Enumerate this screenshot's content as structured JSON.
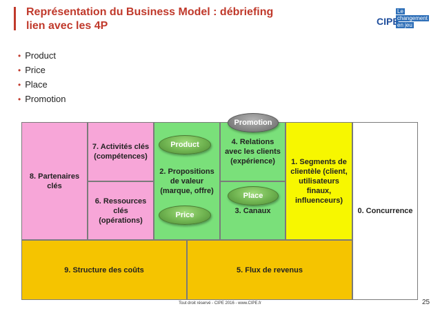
{
  "title": {
    "line1": "Représentation du Business Model : débriefing",
    "line2": "lien avec les 4P"
  },
  "logo": {
    "cipe": "CIPE",
    "lines": [
      "Le",
      "changement",
      "en jeu"
    ]
  },
  "bullets": [
    "Product",
    "Price",
    "Place",
    "Promotion"
  ],
  "canvas": {
    "partenaires": "8. Partenaires clés",
    "activites": "7. Activités clés (compétences)",
    "ressources": "6. Ressources clés (opérations)",
    "propositions": "2. Propositions de valeur (marque, offre)",
    "relations": "4. Relations avec les clients (expérience)",
    "canaux": "3. Canaux",
    "segments": "1. Segments de clientèle (client, utilisateurs finaux, influenceurs)",
    "concurrence": "0. Concurrence",
    "couts": "9. Structure des coûts",
    "revenus": "5. Flux de revenus"
  },
  "pills": {
    "product": "Product",
    "price": "Price",
    "promotion": "Promotion",
    "place": "Place"
  },
  "footer": "Tout droit réservé - CIPE 2016 - www.CIPE.fr",
  "page_number": "25",
  "colors": {
    "accent": "#c0392b",
    "pink": "#f7a6d8",
    "green": "#7ae07a",
    "yellow": "#f7f700",
    "gold": "#f5c400"
  }
}
